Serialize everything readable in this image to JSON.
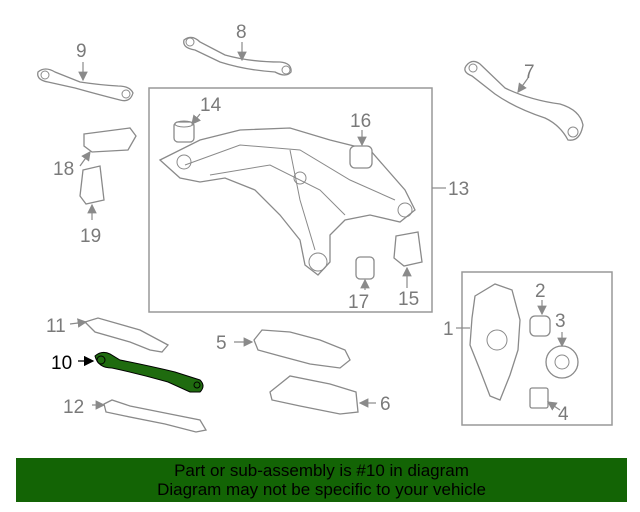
{
  "diagram": {
    "highlight_color": "#1f6b0f",
    "callouts": {
      "c1": "1",
      "c2": "2",
      "c3": "3",
      "c4": "4",
      "c5": "5",
      "c6": "6",
      "c7": "7",
      "c8": "8",
      "c9": "9",
      "c10": "10",
      "c11": "11",
      "c12": "12",
      "c13": "13",
      "c14": "14",
      "c15": "15",
      "c16": "16",
      "c17": "17",
      "c18": "18",
      "c19": "19"
    }
  },
  "banner": {
    "line1": "Part or sub-assembly is #10 in diagram",
    "line2": "Diagram may not be specific to your vehicle",
    "color": "#136405"
  }
}
